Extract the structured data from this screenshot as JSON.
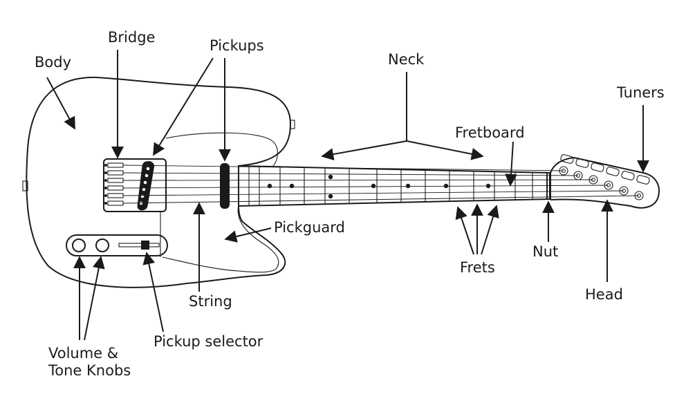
{
  "labels": {
    "body": "Body",
    "bridge": "Bridge",
    "pickups": "Pickups",
    "neck": "Neck",
    "tuners": "Tuners",
    "fretboard": "Fretboard",
    "pickguard": "Pickguard",
    "string": "String",
    "nut": "Nut",
    "frets": "Frets",
    "head": "Head",
    "pickup_selector": "Pickup selector",
    "knobs_line1": "Volume &",
    "knobs_line2": "Tone Knobs"
  },
  "colors": {
    "ink": "#1a1a1a",
    "background": "#ffffff"
  }
}
